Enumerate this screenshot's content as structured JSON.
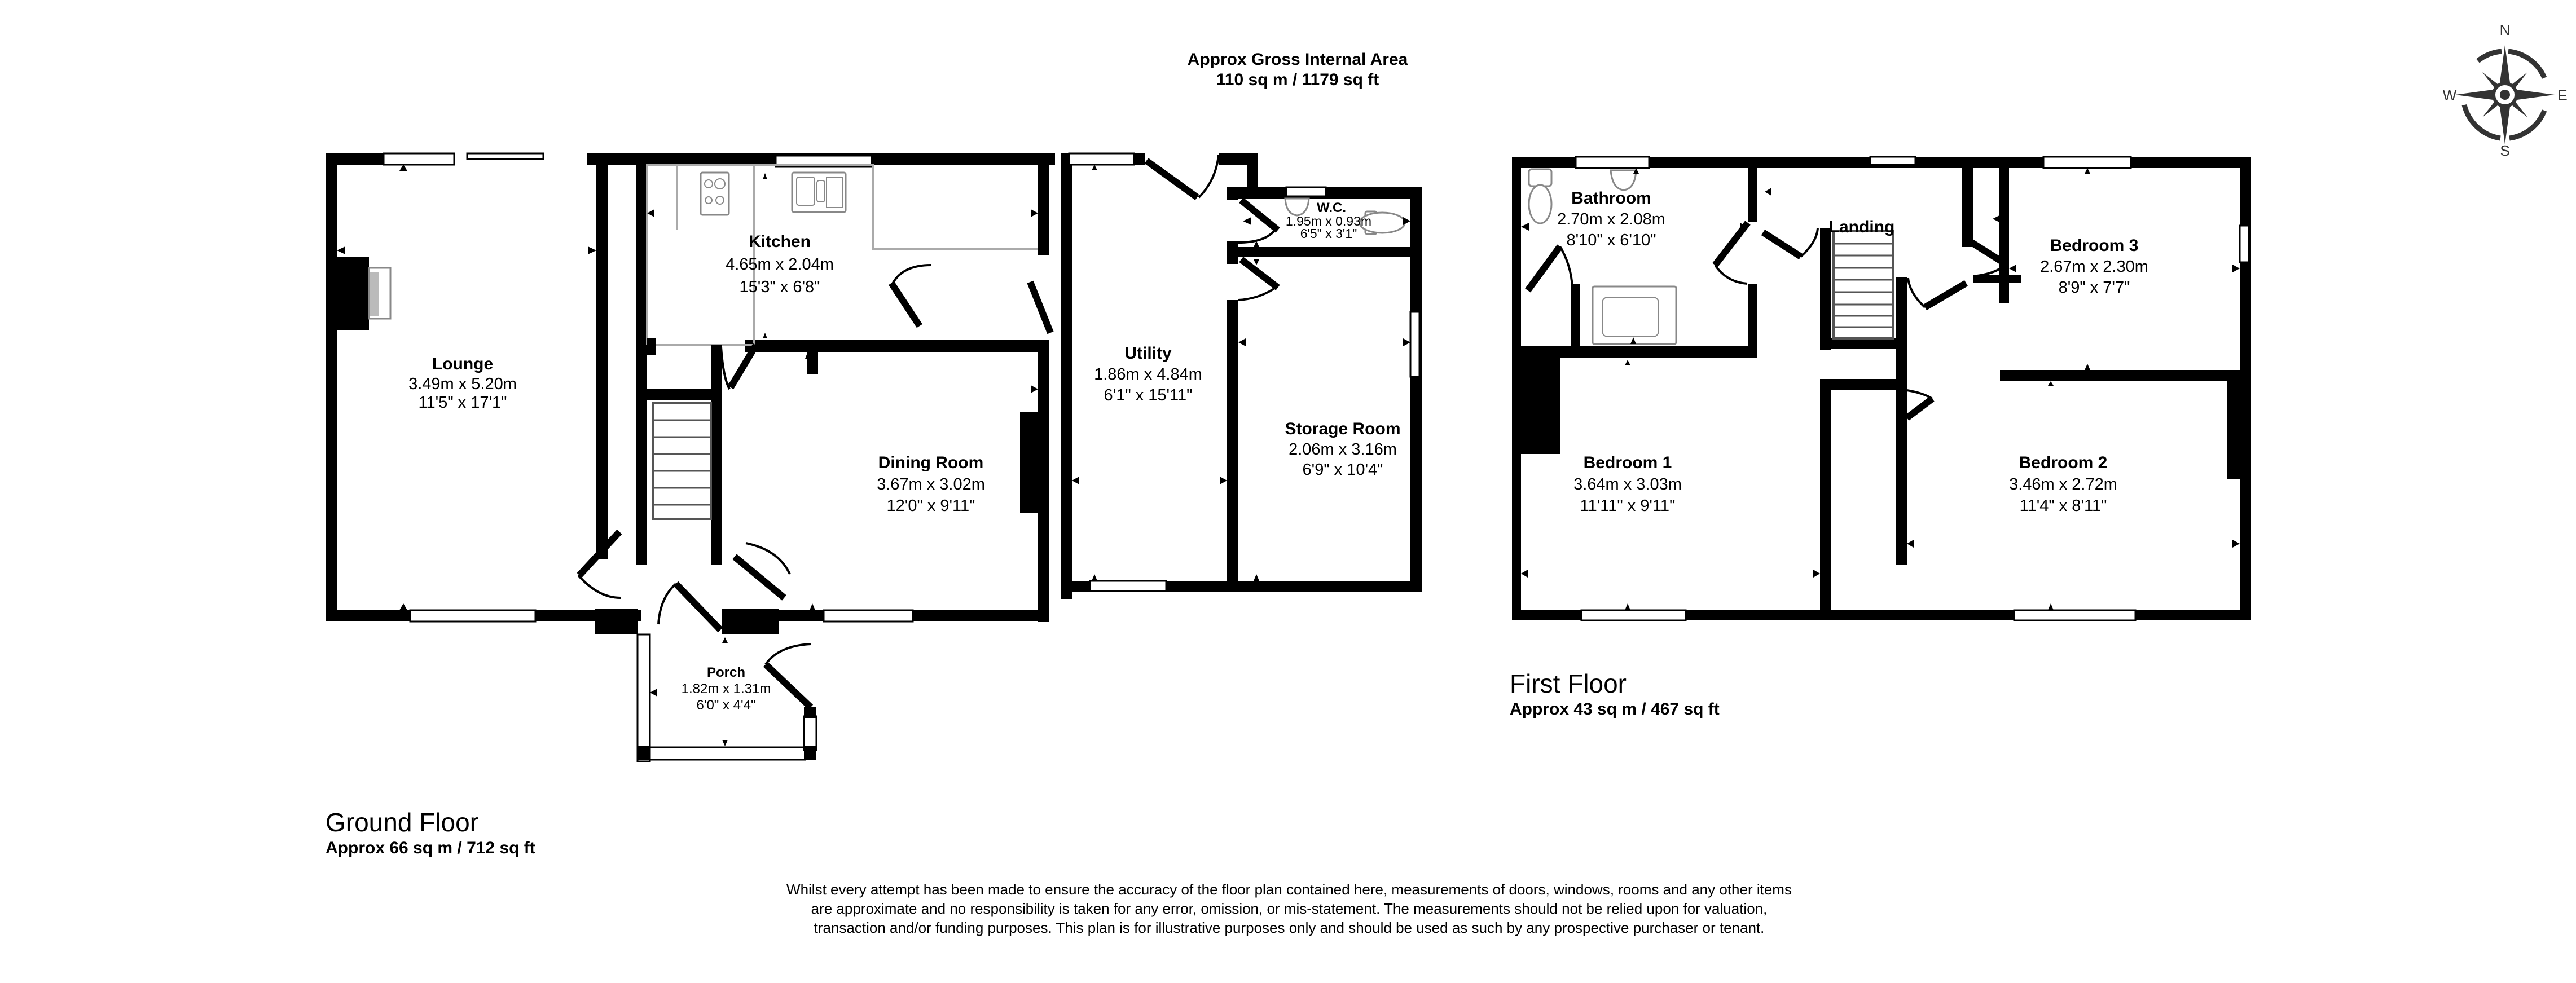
{
  "header": {
    "gross_area_title": "Approx Gross Internal Area",
    "gross_area_value": "110 sq m / 1179 sq ft"
  },
  "compass": {
    "icon": "compass-rose-icon",
    "n": "N",
    "e": "E",
    "s": "S",
    "w": "W",
    "color": "#333333"
  },
  "ground_floor": {
    "title": "Ground Floor",
    "area": "Approx 66 sq m / 712 sq ft",
    "rooms": {
      "lounge": {
        "name": "Lounge",
        "metric": "3.49m x 5.20m",
        "imperial": "11'5\" x 17'1\""
      },
      "kitchen": {
        "name": "Kitchen",
        "metric": "4.65m x 2.04m",
        "imperial": "15'3\" x 6'8\""
      },
      "dining": {
        "name": "Dining Room",
        "metric": "3.67m x 3.02m",
        "imperial": "12'0\" x 9'11\""
      },
      "utility": {
        "name": "Utility",
        "metric": "1.86m x 4.84m",
        "imperial": "6'1\" x 15'11\""
      },
      "wc": {
        "name": "W.C.",
        "metric": "1.95m x 0.93m",
        "imperial": "6'5\" x 3'1\""
      },
      "storage": {
        "name": "Storage Room",
        "metric": "2.06m x 3.16m",
        "imperial": "6'9\" x 10'4\""
      },
      "porch": {
        "name": "Porch",
        "metric": "1.82m x 1.31m",
        "imperial": "6'0\" x 4'4\""
      }
    }
  },
  "first_floor": {
    "title": "First Floor",
    "area": "Approx 43 sq m / 467 sq ft",
    "rooms": {
      "bathroom": {
        "name": "Bathroom",
        "metric": "2.70m x 2.08m",
        "imperial": "8'10\" x 6'10\""
      },
      "landing": {
        "name": "Landing"
      },
      "bedroom3": {
        "name": "Bedroom 3",
        "metric": "2.67m x 2.30m",
        "imperial": "8'9\" x 7'7\""
      },
      "bedroom1": {
        "name": "Bedroom 1",
        "metric": "3.64m x 3.03m",
        "imperial": "11'11\" x 9'11\""
      },
      "bedroom2": {
        "name": "Bedroom 2",
        "metric": "3.46m x 2.72m",
        "imperial": "11'4\" x 8'11\""
      }
    }
  },
  "disclaimer": "Whilst every attempt has been made to ensure the accuracy of the floor plan contained here, measurements of doors, windows, rooms and any other items are approximate and no responsibility is taken for any error, omission, or mis-statement. The measurements should not be relied upon for valuation, transaction and/or funding purposes. This plan is for illustrative purposes only and should be used as such by any prospective purchaser or tenant."
}
